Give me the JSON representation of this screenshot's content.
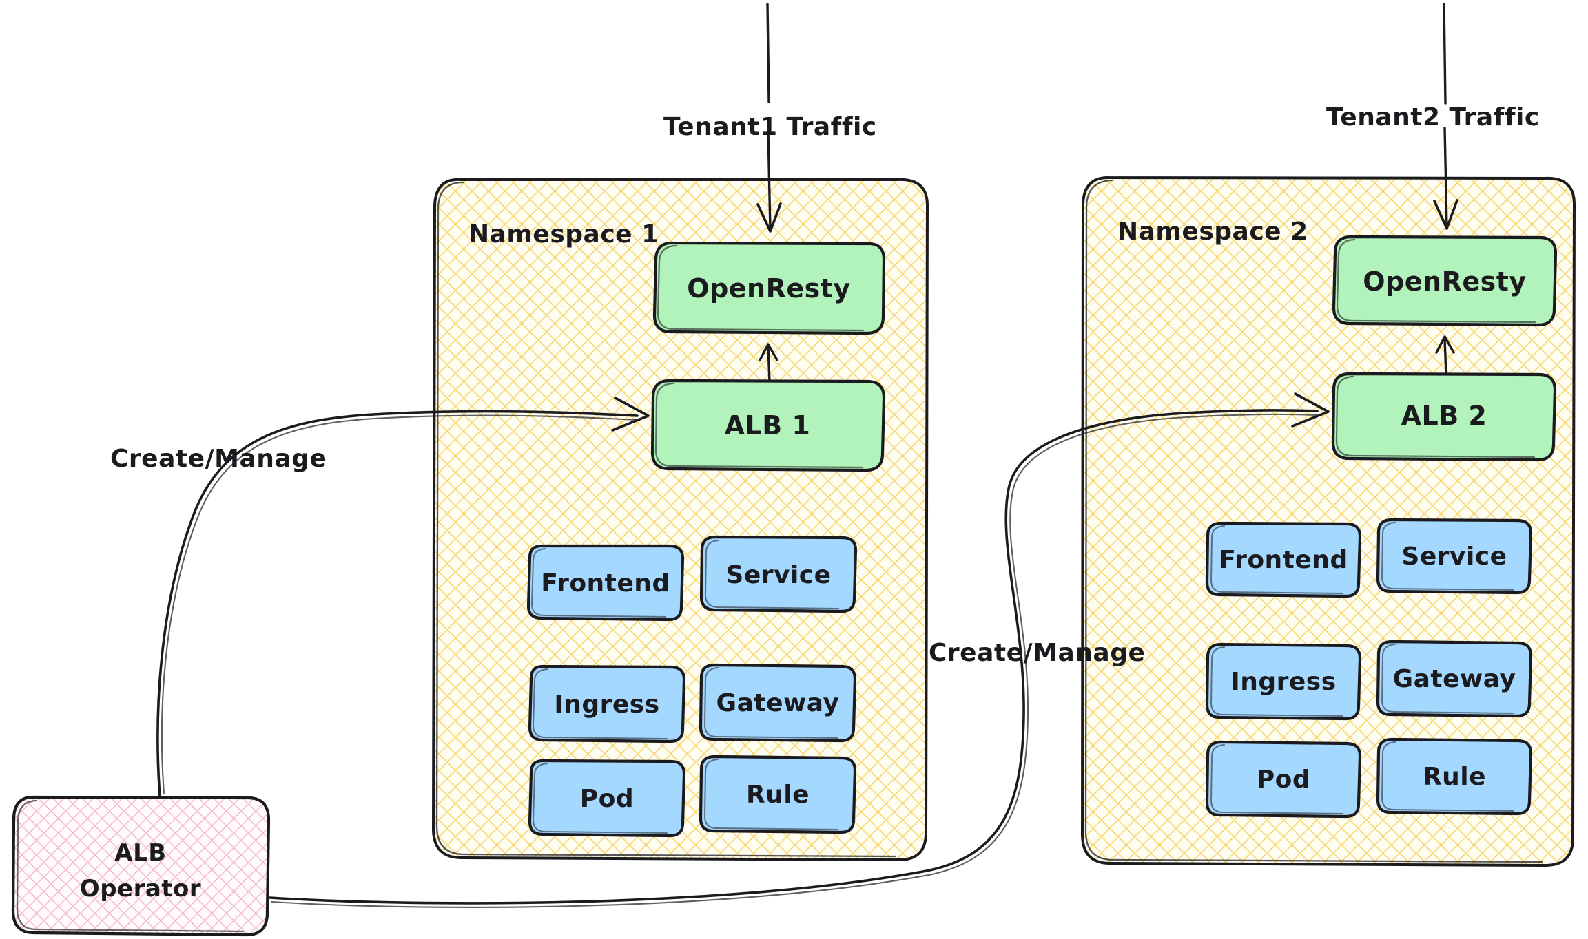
{
  "diagram": {
    "title": "Multi-tenant ALB Operator architecture",
    "background": "#ffffff",
    "colors": {
      "namespace_fill": "#fff3bf",
      "namespace_hatch": "#f5d76e",
      "namespace_stroke": "#1b1b1f",
      "green_fill": "#b2f2bb",
      "green_stroke": "#1b1b1f",
      "blue_fill": "#a5d8ff",
      "blue_stroke": "#1b1b1f",
      "pink_fill": "#ffdeeb",
      "pink_hatch": "#f3b6c0",
      "pink_stroke": "#1b1b1f",
      "edge_stroke": "#1b1b1f",
      "text": "#1b1b1f"
    }
  },
  "traffic_arrows": [
    {
      "label": "Tenant1 Traffic"
    },
    {
      "label": "Tenant2 Traffic"
    }
  ],
  "namespaces": [
    {
      "label": "Namespace 1",
      "gateway": "OpenResty",
      "alb": "ALB 1",
      "resources": [
        "Frontend",
        "Service",
        "Ingress",
        "Gateway",
        "Pod",
        "Rule"
      ]
    },
    {
      "label": "Namespace 2",
      "gateway": "OpenResty",
      "alb": "ALB 2",
      "resources": [
        "Frontend",
        "Service",
        "Ingress",
        "Gateway",
        "Pod",
        "Rule"
      ]
    }
  ],
  "operator": {
    "line1": "ALB",
    "line2": "Operator"
  },
  "manage_edges": [
    {
      "label": "Create/Manage"
    },
    {
      "label": "Create/Manage"
    }
  ]
}
